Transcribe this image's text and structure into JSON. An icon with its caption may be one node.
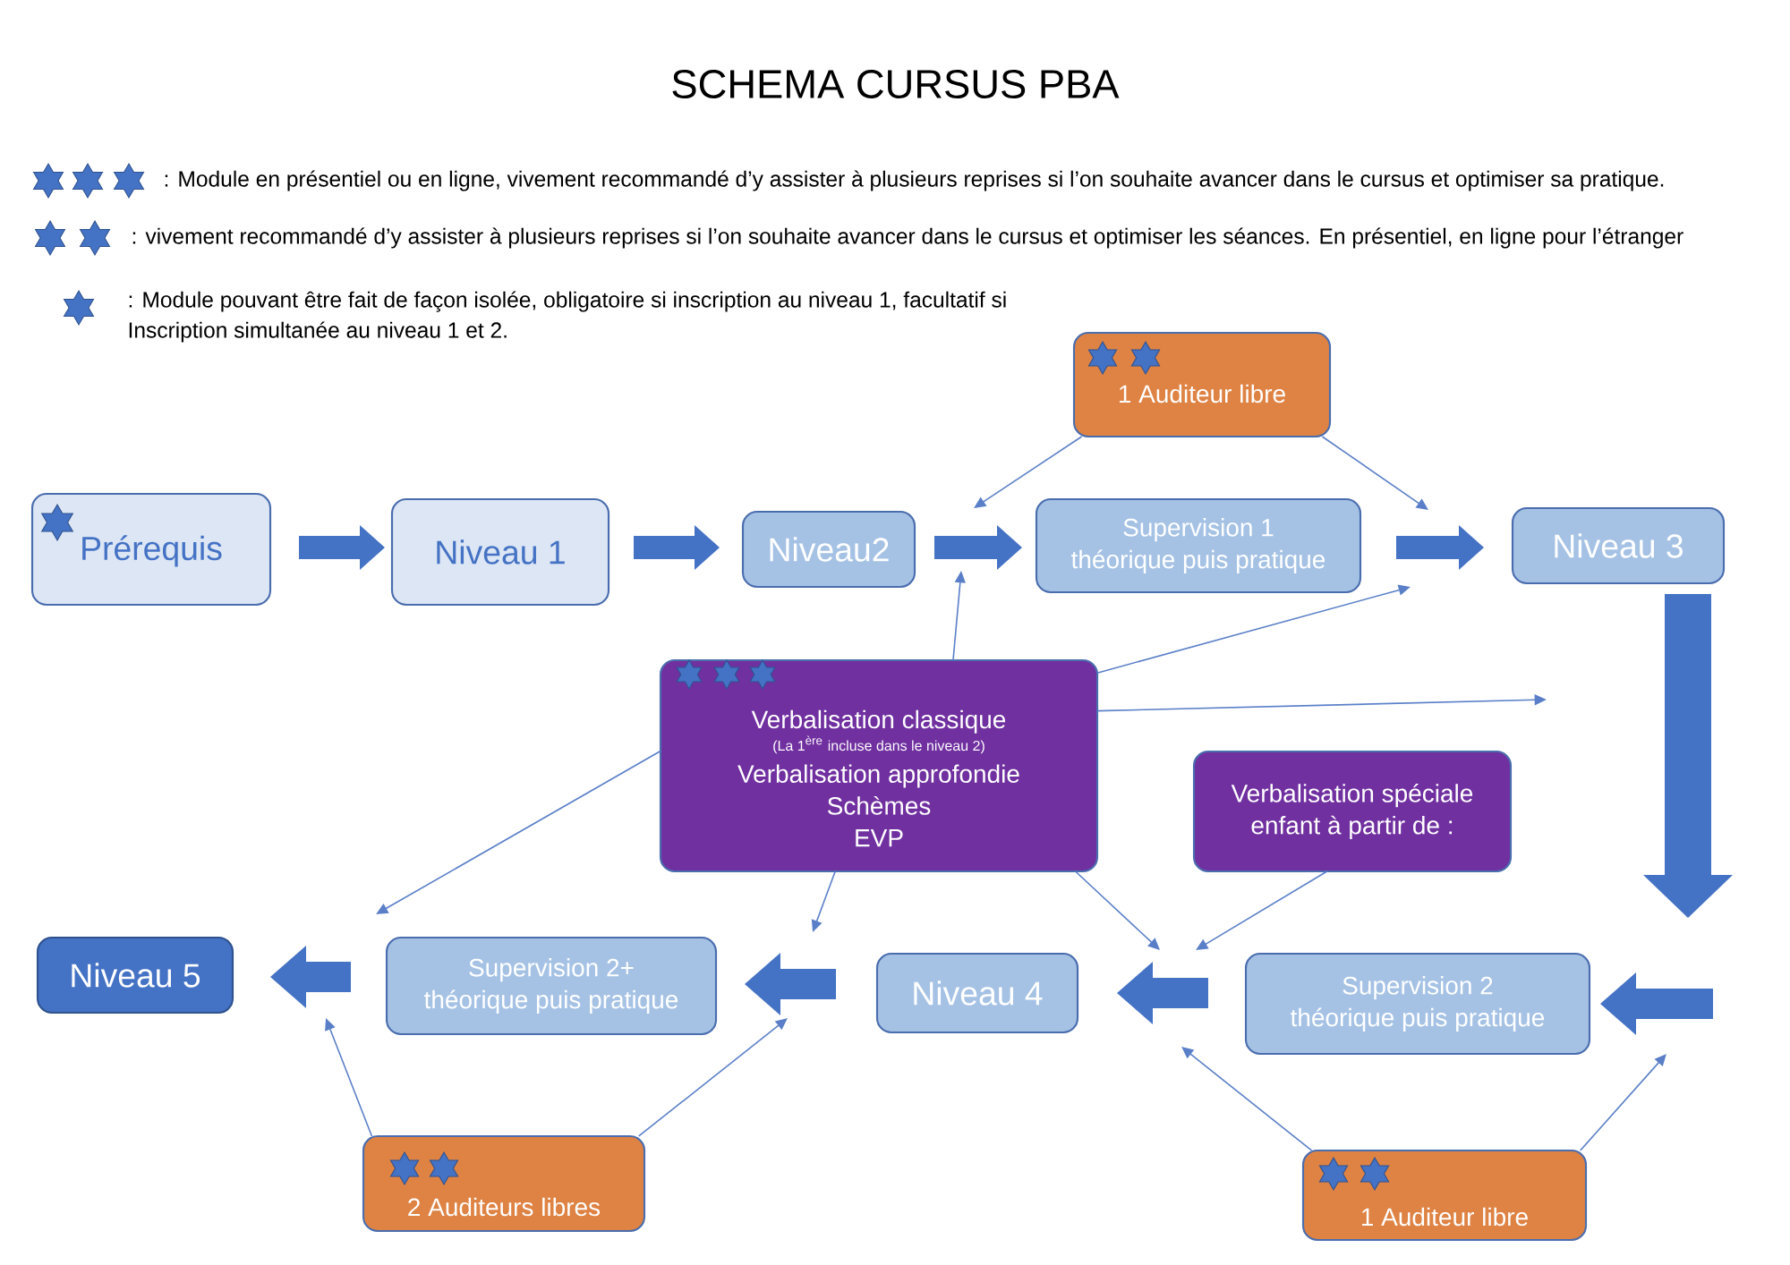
{
  "diagram": {
    "title": "SCHEMA CURSUS PBA",
    "nodes": [
      {
        "text": [
          "1 Auditeur libre"
        ]
      },
      {
        "text": [
          "Prérequis"
        ]
      },
      {
        "text": [
          "Niveau 1"
        ]
      },
      {
        "text": [
          "Niveau2"
        ]
      },
      {
        "text": [
          "Supervision 1",
          "théorique puis pratique"
        ]
      },
      {
        "text": [
          "Niveau 3"
        ]
      },
      {
        "text": [
          "Verbalisation classique",
          "(La 1$^{ère}$ incluse dans le niveau 2)",
          "Verbalisation approfondie",
          "Schèmes",
          "EVP"
        ]
      },
      {
        "text": [
          "Verbalisation spéciale enfant à partir de :"
        ]
      },
      {
        "text": [
          "Niveau 5"
        ]
      },
      {
        "text": [
          "Supervision 2+",
          "théorique puis pratique"
        ]
      },
      {
        "text": [
          "Niveau 4"
        ]
      },
      {
        "text": [
          "Supervision 2",
          "théorique puis pratique"
        ]
      },
      {
        "text": [
          "2 Auditeurs libres"
        ]
      },
      {
        "text": [
          "1 Auditeur libre"
        ]
      }
    ],
    "edges": [
      {
        "from": 1,
        "to": 2,
        "arrow": "to",
        "style": "thick"
      },
      {
        "from": 2,
        "to": 3,
        "arrow": "to",
        "style": "thick"
      },
      {
        "from": 3,
        "to": 4,
        "arrow": "to",
        "style": "thick"
      },
      {
        "from": 4,
        "to": 5,
        "arrow": "to",
        "style": "thick"
      },
      {
        "from": 5,
        "to": null,
        "arrow": "to",
        "style": "thick"
      },
      {
        "from": null,
        "to": 11,
        "arrow": "to",
        "style": "thick"
      },
      {
        "from": 11,
        "to": 10,
        "arrow": "to",
        "style": "thick"
      },
      {
        "from": 10,
        "to": 9,
        "arrow": "to",
        "style": "thick"
      },
      {
        "from": 9,
        "to": 8,
        "arrow": "to",
        "style": "thick"
      },
      {
        "from": 0,
        "to": null,
        "arrow": "to"
      },
      {
        "from": 0,
        "to": null,
        "arrow": "to"
      },
      {
        "from": 6,
        "to": null,
        "arrow": "to"
      },
      {
        "from": 6,
        "to": null,
        "arrow": "to"
      },
      {
        "from": 6,
        "to": null,
        "arrow": "to"
      },
      {
        "from": 6,
        "to": null,
        "arrow": "to"
      },
      {
        "from": 6,
        "to": null,
        "arrow": "to"
      },
      {
        "from": 6,
        "to": null,
        "arrow": "to"
      },
      {
        "from": 7,
        "to": null,
        "arrow": "to"
      },
      {
        "from": 12,
        "to": null,
        "arrow": "to"
      },
      {
        "from": 12,
        "to": null,
        "arrow": "to"
      },
      {
        "from": 13,
        "to": null,
        "arrow": "to"
      },
      {
        "from": 13,
        "to": null,
        "arrow": "to"
      }
    ],
    "legend": [
      {
        "text": ": Module en présentiel ou en ligne, vivement recommandé d’y assister à plusieurs reprises si l’on souhaite avancer dans le cursus et optimiser sa pratique."
      },
      {
        "text": ": vivement recommandé d’y assister à plusieurs reprises si l’on souhaite avancer dans le cursus et optimiser les séances. En présentiel, en ligne pour l’étranger"
      },
      {
        "text": ": Module pouvant être fait de façon isolée, obligatoire si inscription au niveau 1, facultatif si Inscription simultanée au niveau 1 et 2."
      }
    ]
  }
}
